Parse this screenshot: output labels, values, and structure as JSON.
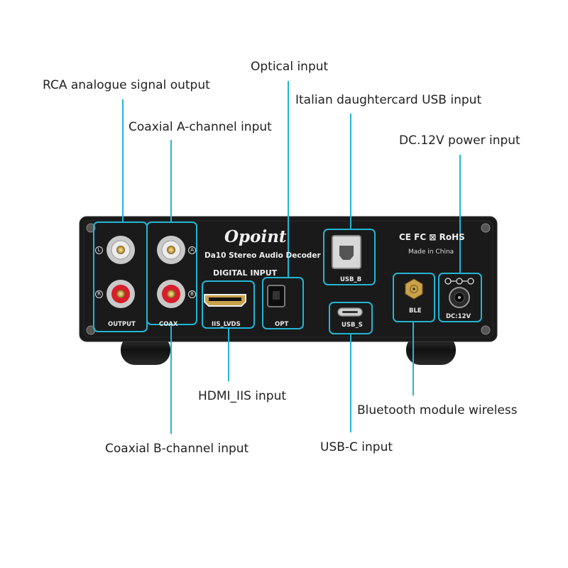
{
  "callouts": {
    "rca_output": "RCA analogue signal output",
    "optical": "Optical input",
    "usb_b": "Italian daughtercard USB input",
    "coax_a": "Coaxial A-channel input",
    "dc_power": "DC.12V power input",
    "hdmi_iis": "HDMI_IIS input",
    "bluetooth": "Bluetooth module wireless",
    "coax_b": "Coaxial B-channel input",
    "usb_c": "USB-C input"
  },
  "device": {
    "brand": "Opoint",
    "model": "Da10 Stereo Audio Decoder",
    "certs": "CE FC ⊠ RoHS",
    "made_in": "Made in China",
    "digital_input": "DIGITAL INPUT",
    "port_labels": {
      "output": "OUTPUT",
      "coax": "COAX",
      "iis_lvds": "IIS_LVDS",
      "opt": "OPT",
      "usb_b": "USB_B",
      "usb_s": "USB_S",
      "ble": "BLE",
      "dc12v": "DC:12V",
      "ch_l": "L",
      "ch_r": "R",
      "ch_a": "A",
      "ch_b": "B"
    }
  },
  "colors": {
    "accent": "#23b5d3",
    "panel": "#1a1a1a",
    "rca_red": "#d81e2a"
  }
}
